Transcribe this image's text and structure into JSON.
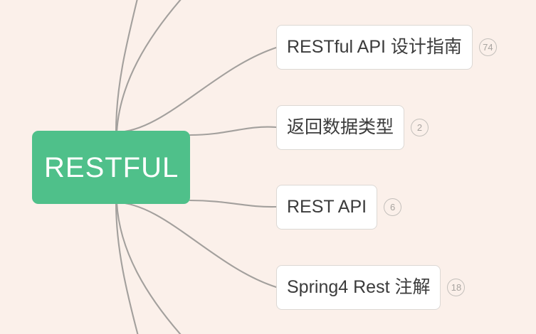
{
  "canvas": {
    "background_color": "#fbf0ea",
    "edge_color": "#a3a09d"
  },
  "root": {
    "label": "RESTFUL",
    "background_color": "#4fc08a",
    "text_color": "#ffffff"
  },
  "children": [
    {
      "label": "RESTful API 设计指南",
      "badge": "74"
    },
    {
      "label": "返回数据类型",
      "badge": "2"
    },
    {
      "label": "REST API",
      "badge": "6"
    },
    {
      "label": "Spring4 Rest 注解",
      "badge": "18"
    }
  ]
}
